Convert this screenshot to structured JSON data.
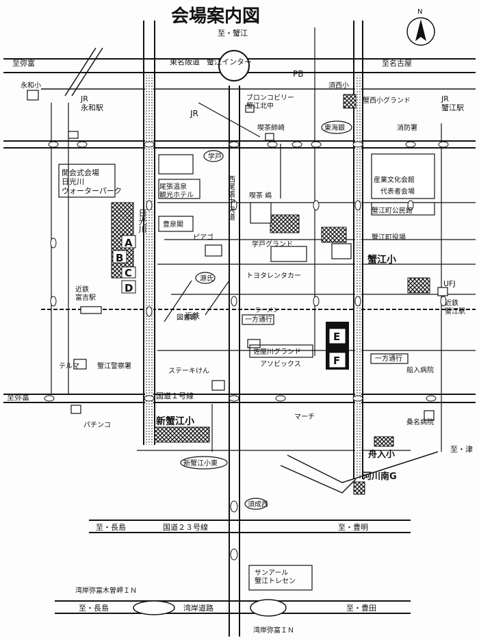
{
  "title": "会場案内図",
  "north_mark": "N",
  "roads": {
    "tomei": "東名阪道",
    "kanie_ic": "蟹江インター",
    "r1": "国道１号線",
    "r23": "国道２３号線",
    "wangan": "湾岸道路",
    "jr": "JR",
    "kintetsu": "近鉄",
    "nishio_line": "西尾張中央道",
    "river": "日光川"
  },
  "directions": {
    "kanie_top": "至・蟹江",
    "yatomi_top": "至弥富",
    "nagoya": "至名古屋",
    "yatomi_mid": "至弥富",
    "tsushima": "至・津",
    "nagashima_23": "至・長島",
    "toyoake": "至・豊明",
    "nagashima_wangan": "至・長島",
    "toyota": "至・豊田"
  },
  "stations": {
    "jr_nagawa": "JR\n永和駅",
    "jr_kanie": "JR\n蟹江駅",
    "kintetsu_tomiyoshi": "近鉄\n富吉駅",
    "kintetsu_kanie": "近鉄\n蟹江駅"
  },
  "places": {
    "pb": "PB",
    "nagawa_sho": "永和小",
    "kanie_nishi_sho": "須西小",
    "kanie_nishi_ground": "蟹西小グランド",
    "bronco": "ブロンコビリー\n蟹江北中",
    "kissa": "喫茶師崎",
    "higashiura": "東海銀",
    "shobosho": "消防署",
    "sangyo": "産業文化会館",
    "daihyo": "代表者会場",
    "gakudo": "学戸",
    "main_venue": "開会式会場\n日光川\nウォーターパーク",
    "hotel": "尾張温泉\n観光ホテル",
    "hosenkaku": "豊泉閣",
    "kissa_shima": "喫茶 嶋",
    "kanie_kominkan": "蟹江町公民館",
    "yakuba": "蟹江町役場",
    "gakudo_ground": "学戸グランド",
    "piago": "ピアゴ",
    "genji": "源氏",
    "toyota_rent": "トヨタレンタカー",
    "kanie_sho": "蟹江小",
    "ufj": "UFJ",
    "ramen": "ラーメン",
    "ippou1": "一方通行",
    "ippou2": "一方通行",
    "sasakawa_ground": "佐屋川グランド",
    "asobix": "アソビックス",
    "zuhosha": "図書館",
    "steak": "ステーキけん",
    "teruma": "テルマ",
    "kanie_keisatsu": "蟹江警察署",
    "funairi_byoin": "船入病院",
    "pachinko": "パチンコ",
    "shin_kanie_sho_big": "新蟹江小",
    "shin_kanie_sho": "新蟹江小東",
    "march": "マーチ",
    "funairi_sho": "舟入小",
    "kawago_g": "河川南G",
    "kuwana_byoin": "桑名病院",
    "sugiarinishi": "須成西",
    "sunaar": "サンアール\n蟹江トレセン",
    "wangan_yatomi_kisozaki": "湾岸弥富木曽岬ＩＮ",
    "wangan_yatomi": "湾岸弥富ＩＮ",
    "venue_a": "A",
    "venue_b": "B",
    "venue_c": "C",
    "venue_d": "D",
    "venue_e": "E",
    "venue_f": "F"
  }
}
